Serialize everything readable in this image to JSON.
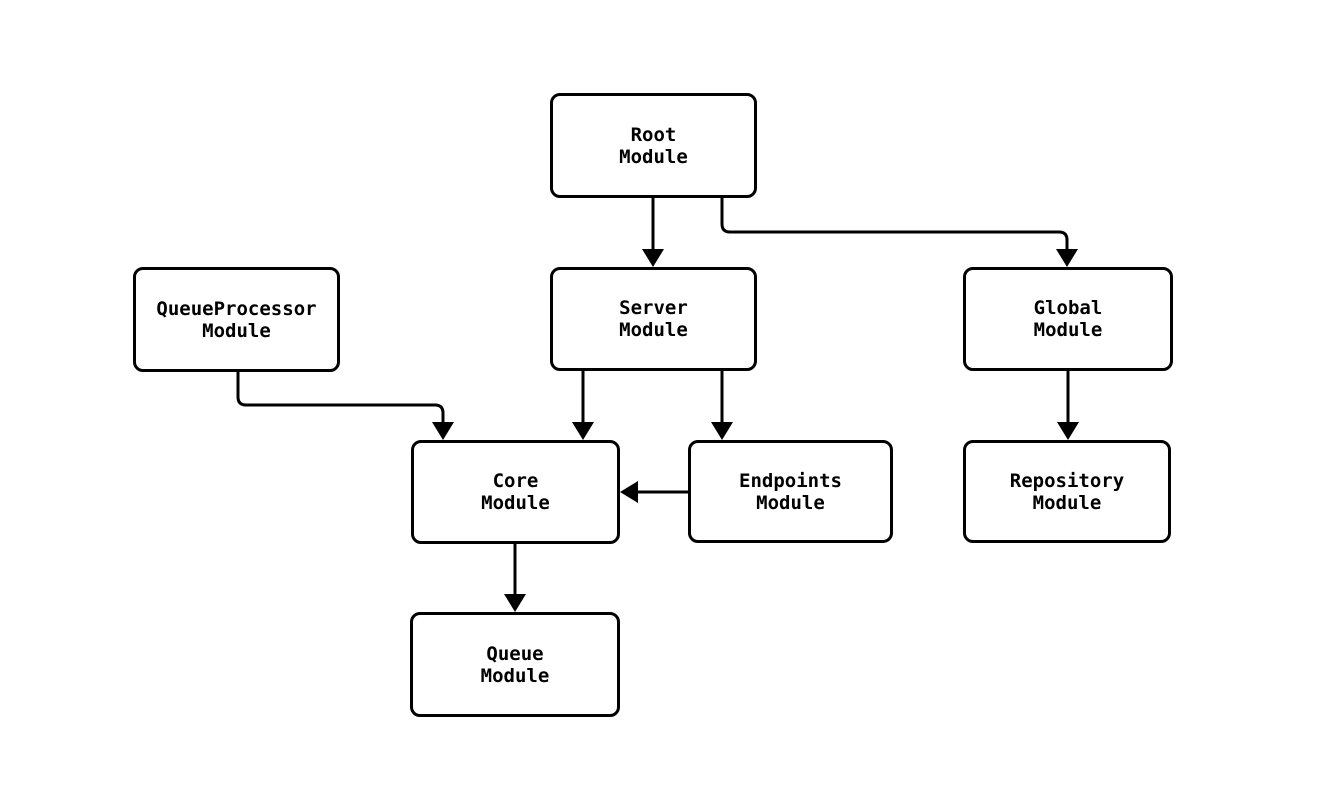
{
  "diagram": {
    "type": "flowchart",
    "description": "Module dependency graph",
    "nodes": {
      "root": {
        "label": "Root\nModule"
      },
      "queueprocessor": {
        "label": "QueueProcessor\nModule"
      },
      "server": {
        "label": "Server\nModule"
      },
      "global": {
        "label": "Global\nModule"
      },
      "core": {
        "label": "Core\nModule"
      },
      "endpoints": {
        "label": "Endpoints\nModule"
      },
      "repository": {
        "label": "Repository\nModule"
      },
      "queue": {
        "label": "Queue\nModule"
      }
    },
    "edges": [
      {
        "from": "Root Module",
        "to": "Server Module"
      },
      {
        "from": "Root Module",
        "to": "Global Module"
      },
      {
        "from": "QueueProcessor Module",
        "to": "Core Module"
      },
      {
        "from": "Server Module",
        "to": "Core Module"
      },
      {
        "from": "Server Module",
        "to": "Endpoints Module"
      },
      {
        "from": "Endpoints Module",
        "to": "Core Module"
      },
      {
        "from": "Global Module",
        "to": "Repository Module"
      },
      {
        "from": "Core Module",
        "to": "Queue Module"
      }
    ],
    "colors": {
      "background": "#ffffff",
      "node_fill": "#ffffff",
      "node_border": "#000000",
      "edge": "#000000",
      "text": "#000000"
    }
  }
}
